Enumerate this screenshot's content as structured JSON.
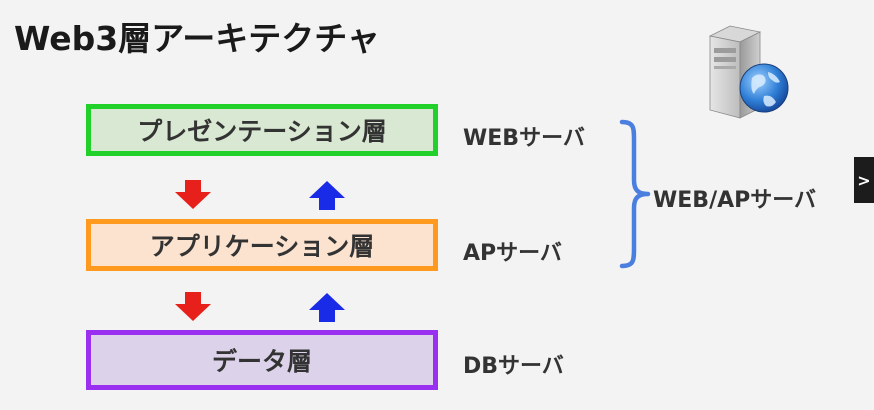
{
  "title": "Web3層アーキテクチャ",
  "layers": [
    {
      "label": "プレゼンテーション層",
      "server": "WEBサーバ"
    },
    {
      "label": "アプリケーション層",
      "server": "APサーバ"
    },
    {
      "label": "データ層",
      "server": "DBサーバ"
    }
  ],
  "group_label": "WEB/APサーバ",
  "next_glyph": ">",
  "colors": {
    "presentation_border": "#22d02a",
    "application_border": "#ff9a1e",
    "data_border": "#9b2ff0",
    "down_arrow": "#e8201c",
    "up_arrow": "#1a2be8",
    "brace": "#4a7fe0"
  },
  "icons": {
    "server": "server-globe-icon",
    "next": "chevron-right-icon"
  }
}
